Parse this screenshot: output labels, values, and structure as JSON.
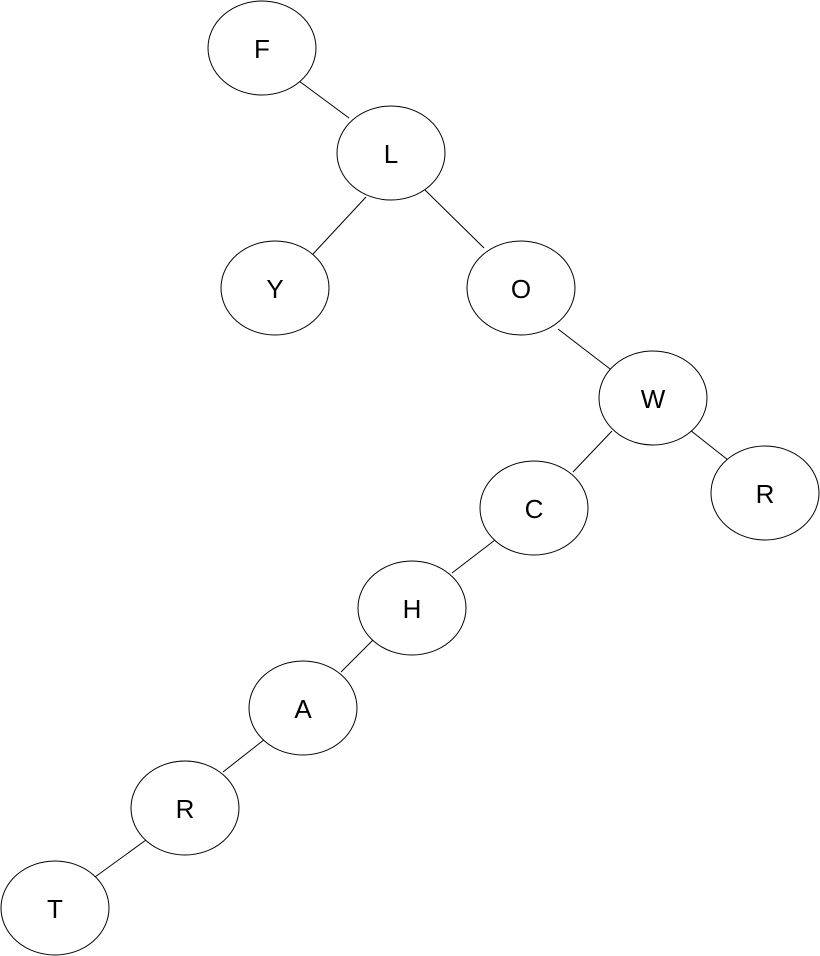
{
  "tree": {
    "nodes": [
      {
        "id": "f",
        "label": "F"
      },
      {
        "id": "l",
        "label": "L"
      },
      {
        "id": "y",
        "label": "Y"
      },
      {
        "id": "o",
        "label": "O"
      },
      {
        "id": "w",
        "label": "W"
      },
      {
        "id": "c",
        "label": "C"
      },
      {
        "id": "r1",
        "label": "R"
      },
      {
        "id": "h",
        "label": "H"
      },
      {
        "id": "a",
        "label": "A"
      },
      {
        "id": "r2",
        "label": "R"
      },
      {
        "id": "t",
        "label": "T"
      }
    ],
    "edges": [
      {
        "from": "f",
        "to": "l"
      },
      {
        "from": "l",
        "to": "y"
      },
      {
        "from": "l",
        "to": "o"
      },
      {
        "from": "o",
        "to": "w"
      },
      {
        "from": "w",
        "to": "c"
      },
      {
        "from": "w",
        "to": "r1"
      },
      {
        "from": "c",
        "to": "h"
      },
      {
        "from": "h",
        "to": "a"
      },
      {
        "from": "a",
        "to": "r2"
      },
      {
        "from": "r2",
        "to": "t"
      }
    ],
    "colors": {
      "stroke": "#000000",
      "fill": "#ffffff",
      "text": "#000000"
    }
  }
}
